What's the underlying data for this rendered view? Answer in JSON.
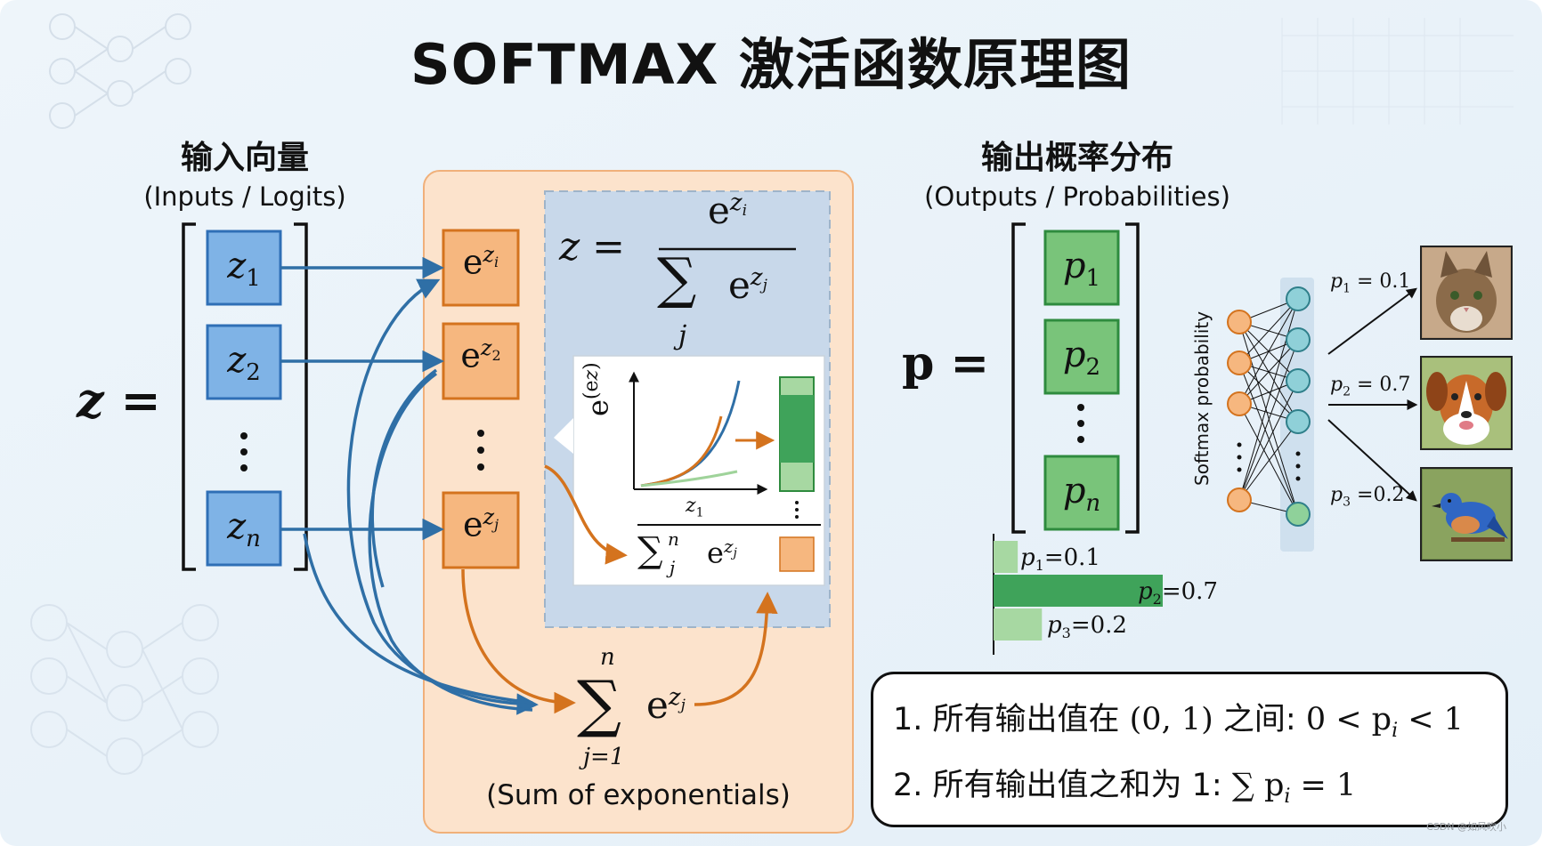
{
  "title": "SOFTMAX 激活函数原理图",
  "inputs": {
    "heading": "输入向量",
    "subheading": "(Inputs / Logits)",
    "vector_label": "z =",
    "elements": [
      "z",
      "z",
      "z"
    ],
    "subscripts": [
      "1",
      "2",
      "n"
    ]
  },
  "exps": {
    "base": "e",
    "exponents": [
      "z",
      "z",
      "z"
    ],
    "subscripts": [
      "i",
      "2",
      "j"
    ]
  },
  "formula": {
    "lhs": "z =",
    "num_base": "e",
    "num_exp": "z",
    "num_sub": "i",
    "sum_symbol": "∑",
    "den_base": "e",
    "den_exp": "z",
    "den_sub": "j",
    "sum_index": "j"
  },
  "inset": {
    "ylabel_base": "e",
    "ylabel_exp": "(e",
    "ylabel_exp2": "z",
    "ylabel_close": ")",
    "xlabel": "z",
    "xlabel_sub": "1",
    "sum_symbol": "∑",
    "sum_upper": "n",
    "sum_lower": "j",
    "den_base": "e",
    "den_exp": "z",
    "den_sub": "j"
  },
  "sum_block": {
    "symbol": "∑",
    "upper": "n",
    "lower": "j=1",
    "base": "e",
    "exp": "z",
    "exp_sub": "j",
    "caption": "(Sum of exponentials)"
  },
  "outputs": {
    "heading": "输出概率分布",
    "subheading": "(Outputs / Probabilities)",
    "vector_label": "p =",
    "elements": [
      "p",
      "p",
      "p"
    ],
    "subscripts": [
      "1",
      "2",
      "n"
    ]
  },
  "bars": [
    {
      "p": "p",
      "sub": "1",
      "value": 0.1,
      "text": "=0.1"
    },
    {
      "p": "p",
      "sub": "2",
      "value": 0.7,
      "text": "=0.7"
    },
    {
      "p": "p",
      "sub": "3",
      "value": 0.2,
      "text": "=0.2"
    }
  ],
  "network": {
    "axis_label": "Softmax probability",
    "outputs": [
      {
        "p": "p",
        "sub": "1",
        "text": " = 0.1",
        "icon": "cat-photo"
      },
      {
        "p": "p",
        "sub": "2",
        "text": " = 0.7",
        "icon": "dog-photo"
      },
      {
        "p": "p",
        "sub": "3",
        "text": " =0.2",
        "icon": "bird-photo"
      }
    ]
  },
  "properties": [
    {
      "text": "1. 所有输出值在 ",
      "math": "(0, 1)",
      "text2": " 之间: ",
      "math2": "0 < p",
      "sub": "i",
      "math3": " < 1"
    },
    {
      "text": "2. 所有输出值之和为 1: ",
      "math": "∑ p",
      "sub": "i",
      "math2": " = 1"
    }
  ],
  "watermark": "CSDN @如风吹小",
  "colors": {
    "input_fill": "#7fb3e6",
    "input_border": "#2f6fb6",
    "exp_fill": "#f6b77f",
    "exp_border": "#d4731e",
    "output_fill": "#79c47a",
    "output_border": "#2e8b3e",
    "arrow_blue": "#2f6fa6",
    "arrow_orange": "#d4731e",
    "panel_bg": "#fce3cc",
    "formula_bg": "#c8d8ea"
  }
}
